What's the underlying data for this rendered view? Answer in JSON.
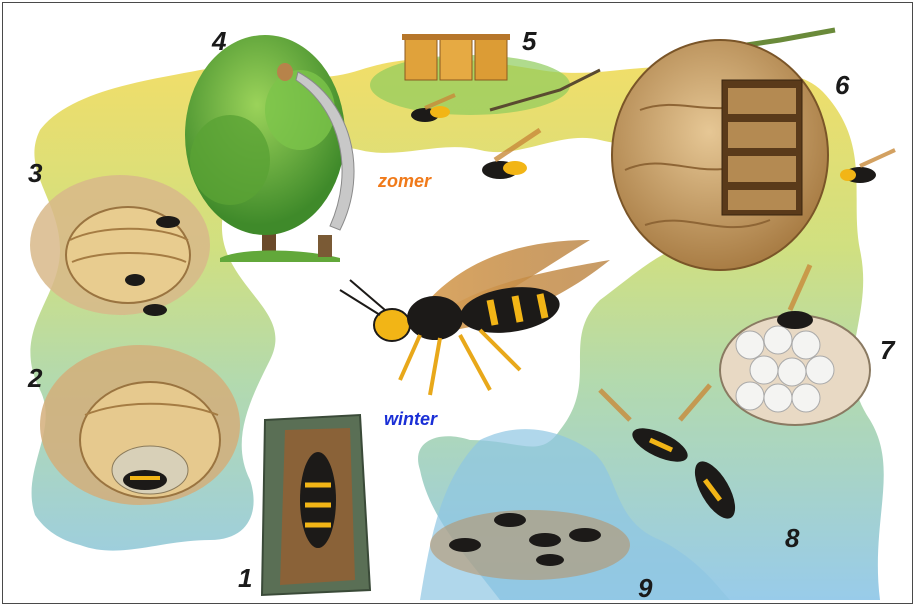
{
  "seasons": {
    "summer": {
      "label": "zomer",
      "color": "#f07a1a"
    },
    "winter": {
      "label": "winter",
      "color": "#1a2fd6"
    }
  },
  "stages": [
    {
      "number": "1",
      "name": "overwintering-queen-in-bark"
    },
    {
      "number": "2",
      "name": "queen-founding-primary-nest"
    },
    {
      "number": "3",
      "name": "primary-nest-with-first-workers"
    },
    {
      "number": "4",
      "name": "relocation-to-tree-top"
    },
    {
      "number": "5",
      "name": "hunting-at-beehives"
    },
    {
      "number": "6",
      "name": "secondary-nest"
    },
    {
      "number": "7",
      "name": "brood-comb"
    },
    {
      "number": "8",
      "name": "mating"
    },
    {
      "number": "9",
      "name": "dying-hornets"
    }
  ],
  "colors": {
    "band_yellow": "#e9d75a",
    "band_green": "#a8d27a",
    "band_blue": "#8ec6e3",
    "hornet_body": "#1c1a18",
    "hornet_yellow": "#f2b516",
    "hornet_wing": "#c98a3a",
    "nest_paper": "#c9a36b"
  }
}
